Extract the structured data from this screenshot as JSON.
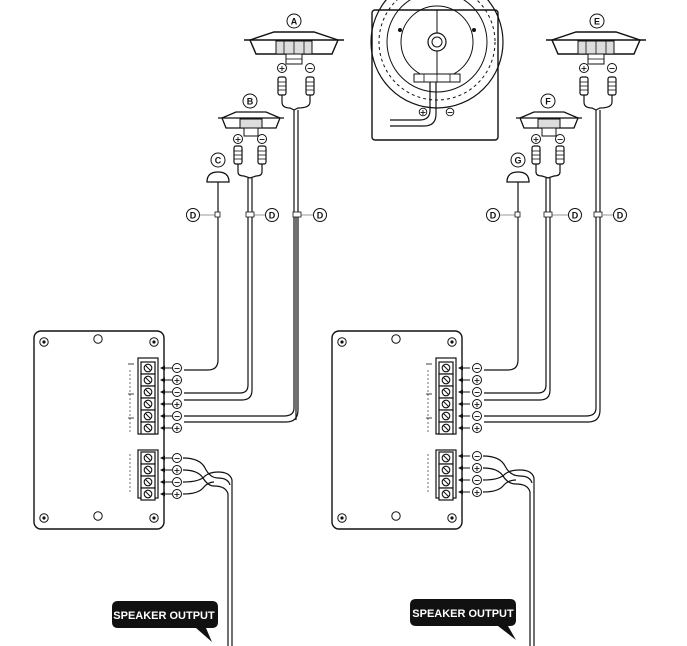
{
  "labels": {
    "a": "A",
    "b": "B",
    "c": "C",
    "d": "D",
    "e": "E",
    "f": "F",
    "g": "G"
  },
  "polarity": {
    "minus": "−",
    "plus": "+"
  },
  "callouts": {
    "left": "SPEAKER OUTPUT",
    "right": "SPEAKER OUTPUT"
  }
}
